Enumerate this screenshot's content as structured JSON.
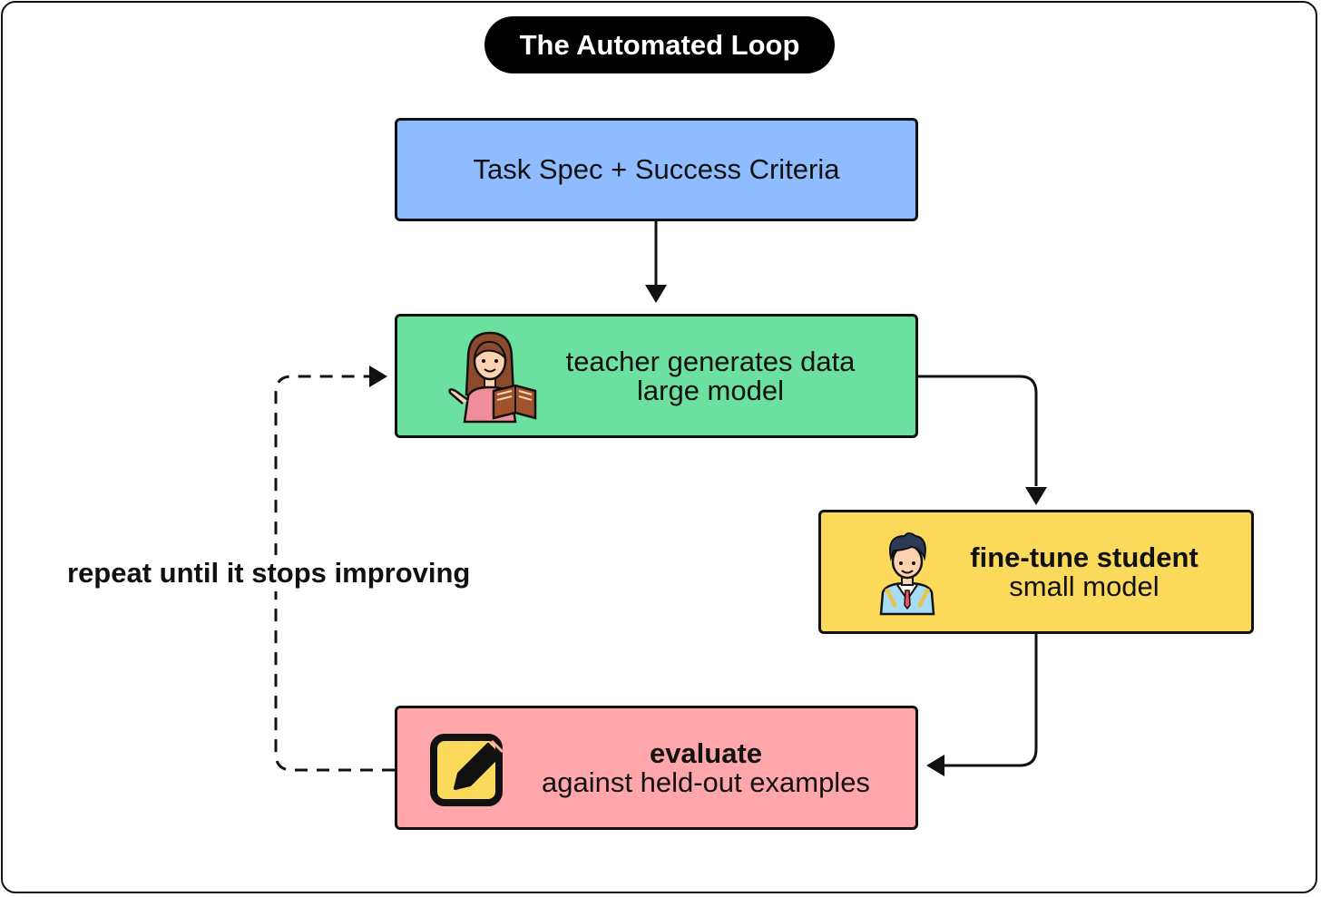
{
  "title": "The Automated Loop",
  "nodes": {
    "spec": {
      "label": "Task Spec + Success Criteria"
    },
    "teacher": {
      "line1": "teacher generates data",
      "line2": "large model",
      "icon": "teacher-icon"
    },
    "student": {
      "line1": "fine-tune student",
      "line2": "small model",
      "icon": "student-icon"
    },
    "evaluate": {
      "line1": "evaluate",
      "line2": "against held-out examples",
      "icon": "edit-note-icon"
    }
  },
  "loop_label": "repeat until it stops improving",
  "colors": {
    "spec": "#8ebcff",
    "teacher": "#6be09f",
    "student": "#fbd95a",
    "evaluate": "#fea6a9",
    "title_bg": "#000000"
  }
}
